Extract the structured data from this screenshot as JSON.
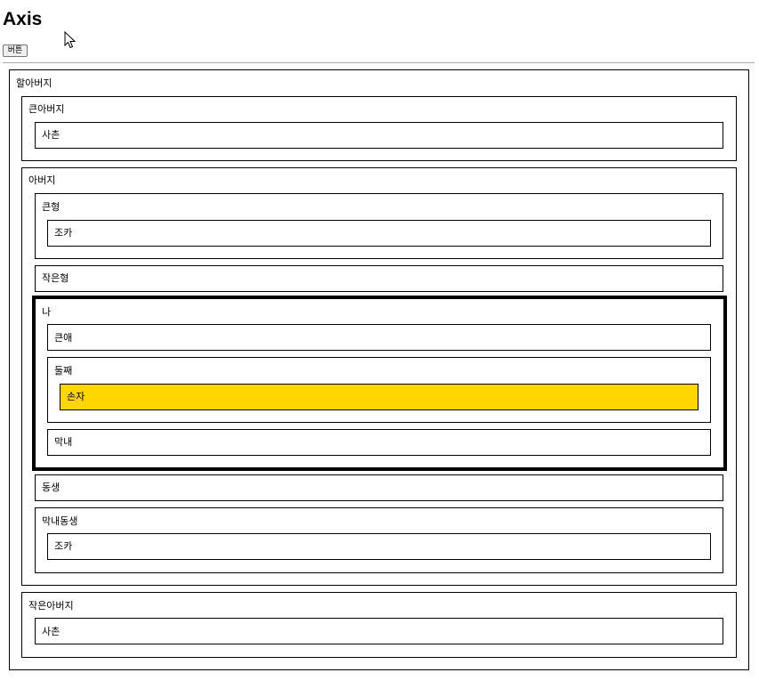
{
  "header": {
    "title": "Axis",
    "run_button_label": "버튼"
  },
  "tree": {
    "grandfather": "할아버지",
    "uncle_elder": "큰아버지",
    "cousin_1": "사촌",
    "father": "아버지",
    "elder_brother": "큰형",
    "nephew_1": "조카",
    "younger_elder_brother": "작은형",
    "me": "나",
    "first_child": "큰애",
    "second_child": "둘째",
    "grandchild": "손자",
    "youngest_child": "막내",
    "younger_sibling": "동생",
    "youngest_sibling": "막내동생",
    "nephew_2": "조카",
    "uncle_younger": "작은아버지",
    "cousin_2": "사촌"
  },
  "colors": {
    "highlight": "#ffd600",
    "border": "#000000"
  }
}
